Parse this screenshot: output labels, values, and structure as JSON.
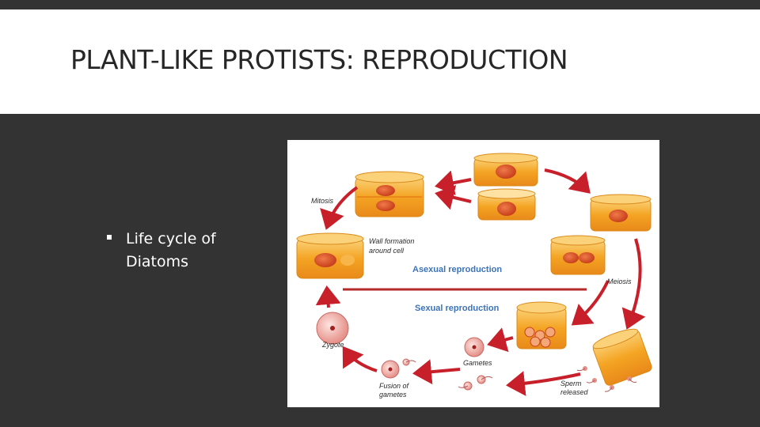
{
  "slide": {
    "title": "PLANT-LIKE PROTISTS: REPRODUCTION",
    "bullet_line1": "Life cycle of",
    "bullet_line2": "Diatoms"
  },
  "diagram": {
    "labels": {
      "mitosis": "Mitosis",
      "wall_formation_1": "Wall formation",
      "wall_formation_2": "around cell",
      "asexual": "Asexual reproduction",
      "sexual": "Sexual reproduction",
      "meiosis": "Meiosis",
      "zygote": "Zygote",
      "gametes": "Gametes",
      "fusion_1": "Fusion of",
      "fusion_2": "gametes",
      "sperm_1": "Sperm",
      "sperm_2": "released"
    },
    "colors": {
      "arrow": "#c8202a",
      "divider": "#b52a2a",
      "section_text": "#3b73b8",
      "cell_gold": "#f4a423",
      "cell_light": "#fbd27a",
      "nucleus": "#e0522c"
    }
  }
}
